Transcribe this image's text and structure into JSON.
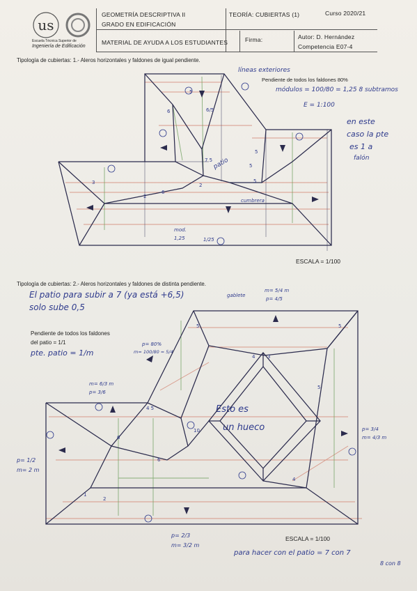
{
  "header": {
    "subject": "GEOMETRÍA DESCRIPTIVA II",
    "degree": "GRADO EN EDIFICACIÓN",
    "theory": "TEORÍA: CUBIERTAS (1)",
    "course": "Curso 2020/21",
    "material": "MATERIAL DE AYUDA A LOS ESTUDIANTES",
    "signature_label": "Firma:",
    "author": "Autor: D. Hernández",
    "competence": "Competencia  E07-4",
    "school_line1": "Escuela Técnica Superior de",
    "school_line2": "Ingeniería de Edificación"
  },
  "section1": {
    "title": "Tipología de cubiertas: 1.- Aleros horizontales y faldones de igual pendiente.",
    "slope_note": "Pendiente de todos los faldones 80%",
    "scale": "ESCALA = 1/100",
    "hand_notes": [
      "líneas exteriores",
      "módulos = 100/80 = 1,25  8 subtramos",
      "E = 1:100",
      "en este",
      "caso la pte",
      "es 1 a",
      "falón",
      "patio",
      "cumbrera",
      "mod.",
      "1,25",
      "1/25"
    ]
  },
  "section2": {
    "title": "Tipología de cubiertas: 2.- Aleros horizontales y faldones de distinta pendiente.",
    "hand_line1": "El patio para subir a 7 (ya está +6,5)",
    "hand_line2": "solo sube 0,5",
    "patio_slope_label": "Pendiente de todos los faldones",
    "patio_slope_label2": "del patio = 1/1",
    "patio_hand": "pte. patio = 1/m",
    "hole_text1": "Esto es",
    "hole_text2": "un hueco",
    "p_top": "p= 4/5",
    "m_top": "m= 5/4 m",
    "gable_note": "gablete",
    "p_left": "p= 1/2",
    "m_left": "m= 2 m",
    "p_right": "p= 3/4",
    "m_right": "m= 4/3 m",
    "p_mid": "p= 3/6",
    "m_mid": "m= 6/3 m",
    "p_80": "p= 80%",
    "m_80": "m= 100/80 = 5/4",
    "p_bottom": "p= 2/3",
    "m_bottom": "m= 3/2 m",
    "scale": "ESCALA = 1/100",
    "footer_hand": "para hacer con el patio = 7 con 7",
    "footer_hand2": "8 con 8"
  }
}
